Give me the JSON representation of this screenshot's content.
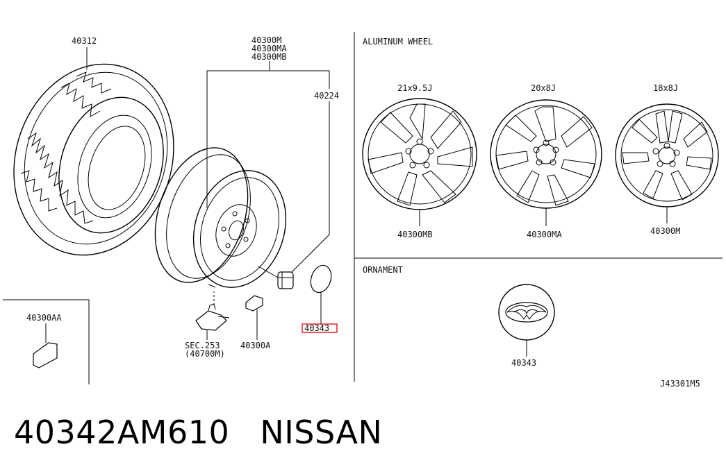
{
  "labels": {
    "tire": "40312",
    "wheel_group_1": "40300M",
    "wheel_group_2": "40300MA",
    "wheel_group_3": "40300MB",
    "nut": "40224",
    "sensor": "SEC.253",
    "sensor_sub": "(40700M)",
    "weight": "40300A",
    "cap_highlight": "40343",
    "weight_box": "40300AA",
    "aluminum_wheel": "ALUMINUM WHEEL",
    "size_1": "21x9.5J",
    "size_2": "20x8J",
    "size_3": "18x8J",
    "alu_1": "40300MB",
    "alu_2": "40300MA",
    "alu_3": "40300M",
    "ornament": "ORNAMENT",
    "ornament_part": "40343",
    "diagram_code": "J43301M5"
  },
  "footer": {
    "part_number": "40342AM610",
    "brand": "NISSAN"
  },
  "colors": {
    "highlight": "#e8202a",
    "ink": "#000000"
  }
}
